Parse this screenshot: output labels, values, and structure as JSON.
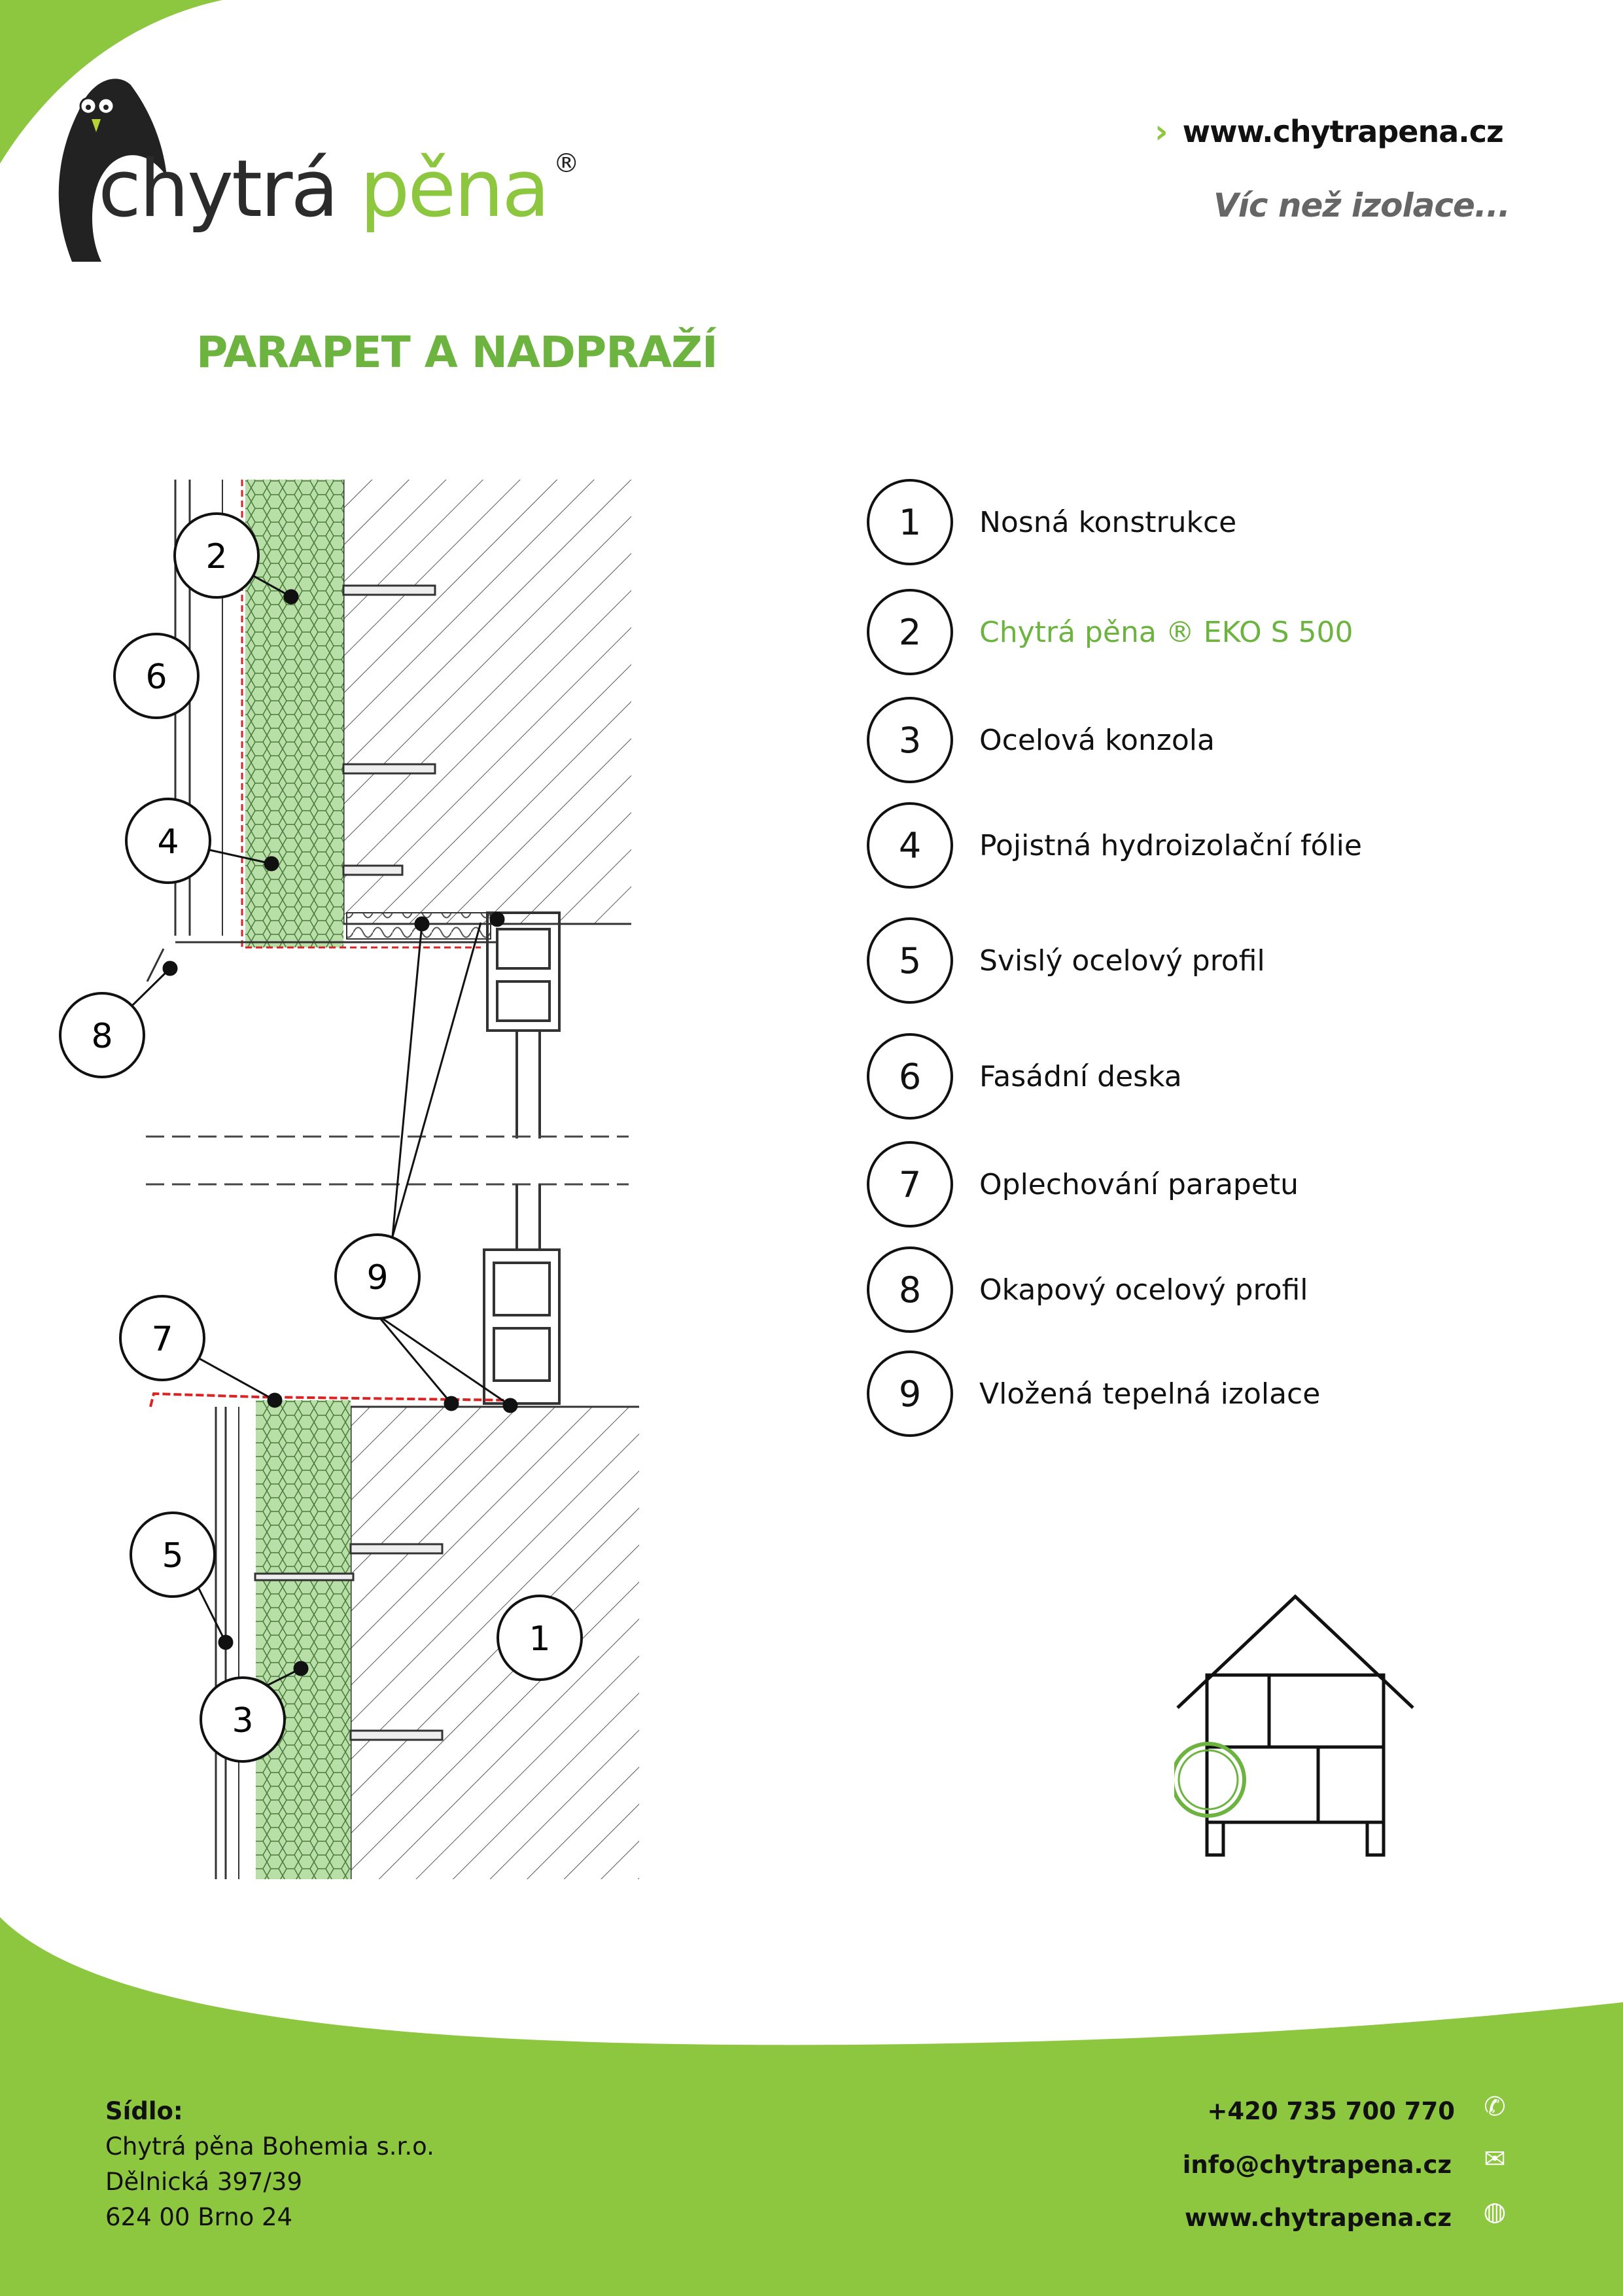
{
  "brand": {
    "name_dark": "chytrá",
    "name_green": "pěna",
    "registered": "®",
    "green": "#8dc63f",
    "title_green": "#6db33f"
  },
  "header": {
    "url": "www.chytrapena.cz",
    "tagline": "Víc než izolace..."
  },
  "page_title": "PARAPET A NADPRAŽÍ",
  "drawing": {
    "callouts": [
      "1",
      "2",
      "3",
      "4",
      "5",
      "6",
      "7",
      "8",
      "9"
    ]
  },
  "legend": [
    {
      "num": "1",
      "label": "Nosná konstrukce"
    },
    {
      "num": "2",
      "label": "Chytrá pěna ® EKO S 500",
      "highlight": true
    },
    {
      "num": "3",
      "label": "Ocelová konzola"
    },
    {
      "num": "4",
      "label": "Pojistná hydroizolační fólie"
    },
    {
      "num": "5",
      "label": "Svislý ocelový profil"
    },
    {
      "num": "6",
      "label": "Fasádní deska"
    },
    {
      "num": "7",
      "label": "Oplechování parapetu"
    },
    {
      "num": "8",
      "label": "Okapový ocelový profil"
    },
    {
      "num": "9",
      "label": "Vložená tepelná izolace"
    }
  ],
  "footer": {
    "heading": "Sídlo:",
    "company": "Chytrá pěna Bohemia s.r.o.",
    "street": "Dělnická 397/39",
    "city": "624 00 Brno 24",
    "phone": "+420 735 700 770",
    "email": "info@chytrapena.cz",
    "web": "www.chytrapena.cz"
  }
}
